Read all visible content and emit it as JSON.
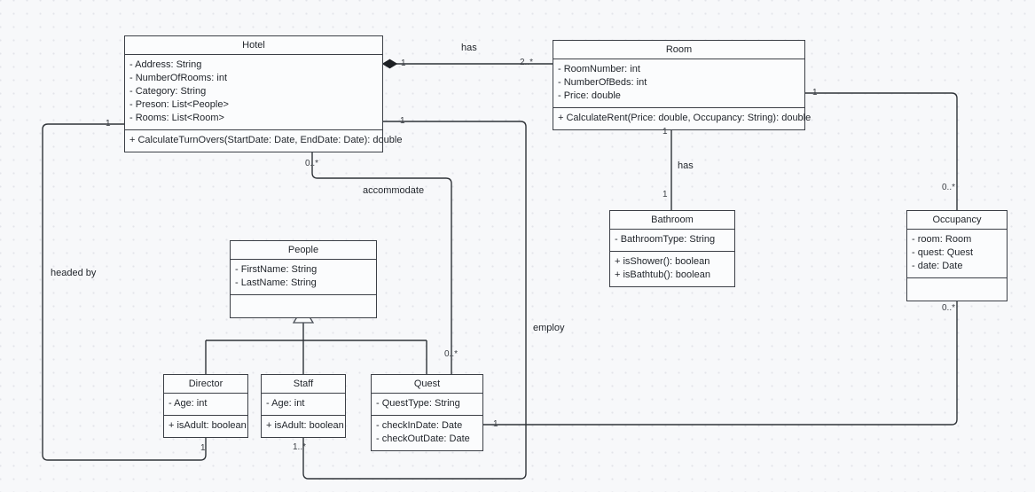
{
  "diagram": {
    "title": "Hotel UML Class Diagram",
    "background_color": "#f7f8fa",
    "line_color": "#2f3338",
    "class_fill": "#fbfcfd",
    "class_border": "#3b3f46"
  },
  "classes": {
    "hotel": {
      "name": "Hotel",
      "attributes": [
        "- Address: String",
        "- NumberOfRooms: int",
        "- Category: String",
        "- Preson: List<People>",
        "- Rooms: List<Room>"
      ],
      "methods": [
        "+ CalculateTurnOvers(StartDate: Date, EndDate: Date): double"
      ]
    },
    "room": {
      "name": "Room",
      "attributes": [
        "- RoomNumber: int",
        "- NumberOfBeds: int",
        "- Price: double"
      ],
      "methods": [
        "+ CalculateRent(Price: double, Occupancy: String): double"
      ]
    },
    "bathroom": {
      "name": "Bathroom",
      "attributes": [
        "- BathroomType: String"
      ],
      "methods": [
        "+ isShower(): boolean",
        "+ isBathtub(): boolean"
      ]
    },
    "occupancy": {
      "name": "Occupancy",
      "attributes": [
        "- room: Room",
        "- quest: Quest",
        "- date: Date"
      ],
      "methods": []
    },
    "people": {
      "name": "People",
      "attributes": [
        "- FirstName: String",
        "- LastName: String"
      ],
      "methods": []
    },
    "director": {
      "name": "Director",
      "attributes": [
        "- Age: int"
      ],
      "methods": [
        "+ isAdult: boolean"
      ]
    },
    "staff": {
      "name": "Staff",
      "attributes": [
        "- Age: int"
      ],
      "methods": [
        "+ isAdult: boolean"
      ]
    },
    "quest": {
      "name": "Quest",
      "attributes": [
        "- QuestType: String"
      ],
      "methods": [
        "- checkInDate: Date",
        "- checkOutDate: Date"
      ]
    }
  },
  "associations": [
    {
      "id": "hotel-room-has",
      "label": "has",
      "from": "Hotel",
      "to": "Room",
      "from_multiplicity": "1",
      "to_multiplicity": "2..*",
      "type": "composition"
    },
    {
      "id": "room-bathroom-has",
      "label": "has",
      "from": "Room",
      "to": "Bathroom",
      "from_multiplicity": "1",
      "to_multiplicity": "1",
      "type": "composition"
    },
    {
      "id": "hotel-quest-accommodate",
      "label": "accommodate",
      "from": "Hotel",
      "to": "Quest",
      "from_multiplicity": "0..*",
      "to_multiplicity": "0..*",
      "type": "association"
    },
    {
      "id": "hotel-staff-employ",
      "label": "employ",
      "from": "Hotel",
      "to": "Staff",
      "from_multiplicity": "1",
      "to_multiplicity": "1..*",
      "type": "association"
    },
    {
      "id": "hotel-director-headedby",
      "label": "headed by",
      "from": "Hotel",
      "to": "Director",
      "from_multiplicity": "1",
      "to_multiplicity": "1",
      "type": "association"
    },
    {
      "id": "room-occupancy",
      "label": "",
      "from": "Room",
      "to": "Occupancy",
      "from_multiplicity": "1",
      "to_multiplicity": "0..*",
      "type": "association"
    },
    {
      "id": "quest-occupancy",
      "label": "",
      "from": "Quest",
      "to": "Occupancy",
      "from_multiplicity": "1",
      "to_multiplicity": "0..*",
      "type": "association"
    },
    {
      "id": "people-generalization",
      "label": "",
      "from": "Director, Staff, Quest",
      "to": "People",
      "from_multiplicity": "",
      "to_multiplicity": "",
      "type": "generalization"
    }
  ],
  "edge_labels": {
    "has_hotel_room": "has",
    "has_room_bathroom": "has",
    "accommodate": "accommodate",
    "employ": "employ",
    "headed_by": "headed by"
  },
  "multiplicities": {
    "hotel_right_has": "1",
    "room_left_has": "2..*",
    "room_bottom": "1",
    "bathroom_top": "1",
    "room_right": "1",
    "occupancy_top": "0..*",
    "occupancy_bottom": "0..*",
    "hotel_bottom_accommodate": "0..*",
    "quest_top_accommodate": "0..*",
    "hotel_right_employ": "1",
    "staff_bottom_employ": "1..*",
    "hotel_left_headedby": "1",
    "director_bottom_headedby": "1",
    "quest_right": "1"
  }
}
